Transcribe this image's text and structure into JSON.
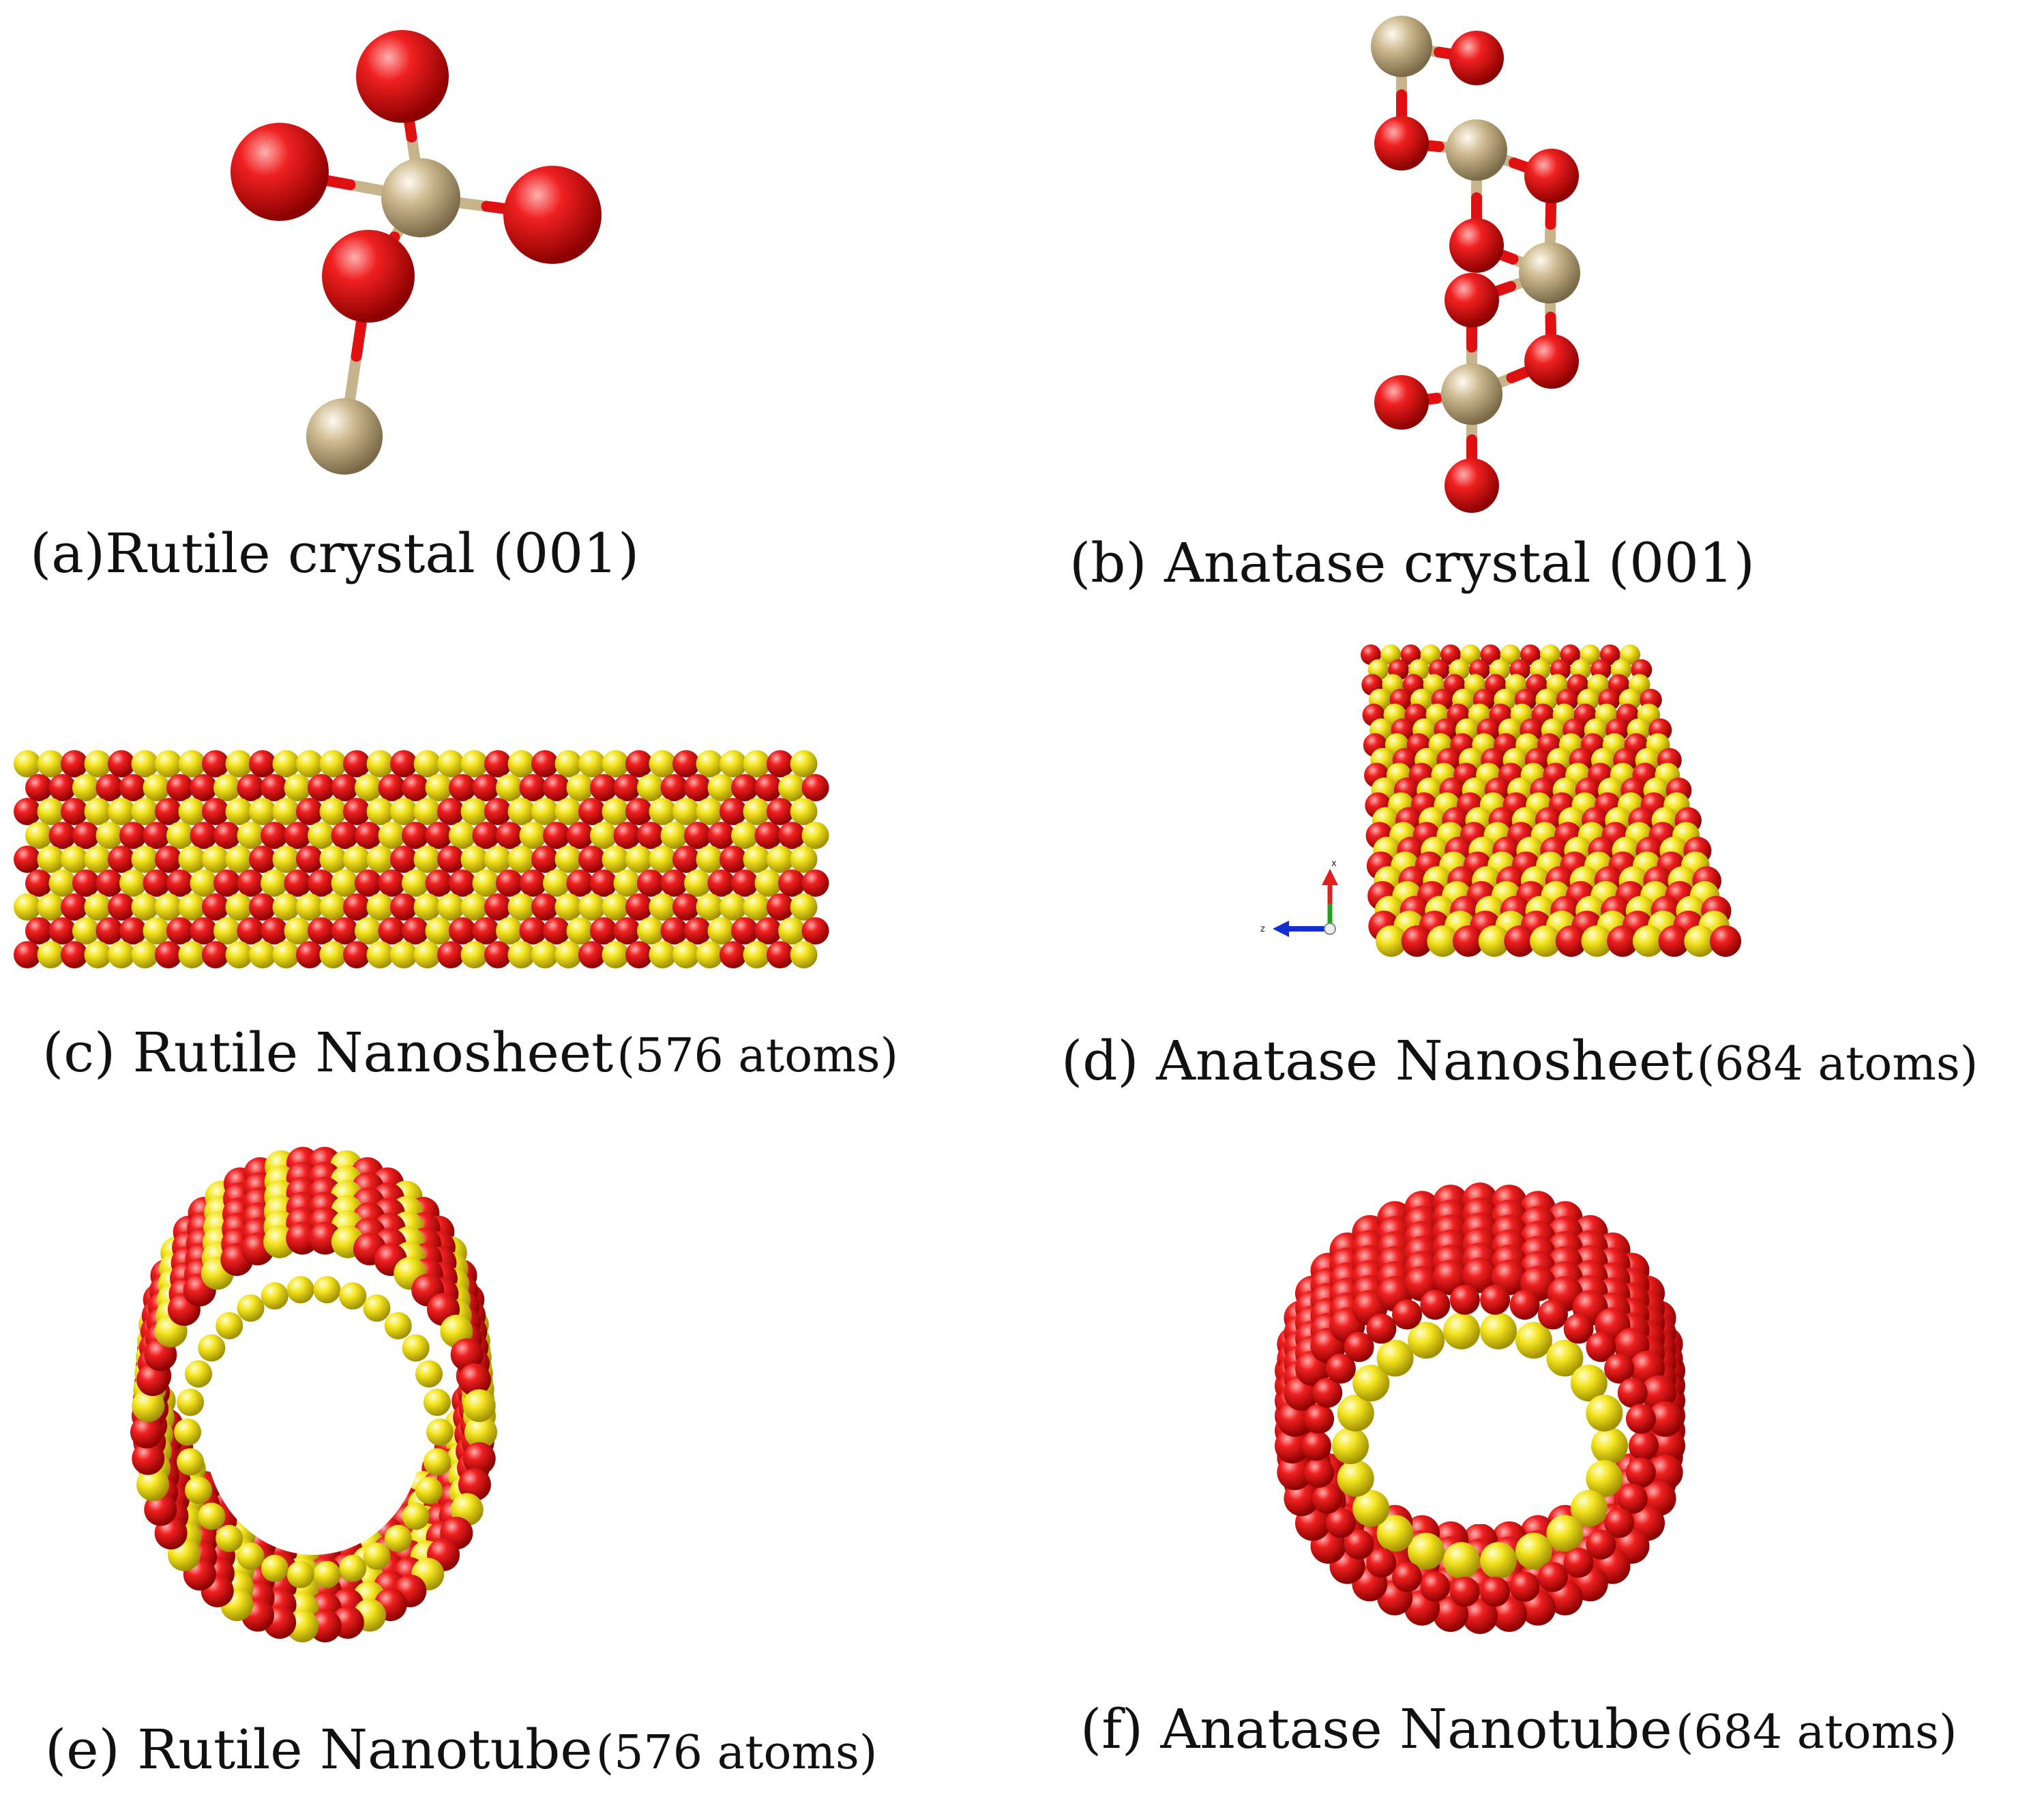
{
  "panels": {
    "a": {
      "caption": "(a)Rutile crystal (001)",
      "atoms": ""
    },
    "b": {
      "caption": "(b)  Anatase crystal (001)",
      "atoms": ""
    },
    "c": {
      "caption": "(c) Rutile Nanosheet",
      "atoms": "(576 atoms)"
    },
    "d": {
      "caption": "(d)  Anatase Nanosheet",
      "atoms": "(684 atoms)"
    },
    "e": {
      "caption": "(e)  Rutile Nanotube",
      "atoms": "(576 atoms)"
    },
    "f": {
      "caption": "(f)  Anatase Nanotube",
      "atoms": "(684 atoms)"
    }
  },
  "axes": {
    "x": "x",
    "z": "z"
  },
  "colors": {
    "oxygen": "#e01010",
    "titanium_crystal": "#c8b48c",
    "titanium_nano": "#f0e020",
    "axis_x": "#e02020",
    "axis_z": "#1030d0",
    "axis_y": "#20a020"
  }
}
